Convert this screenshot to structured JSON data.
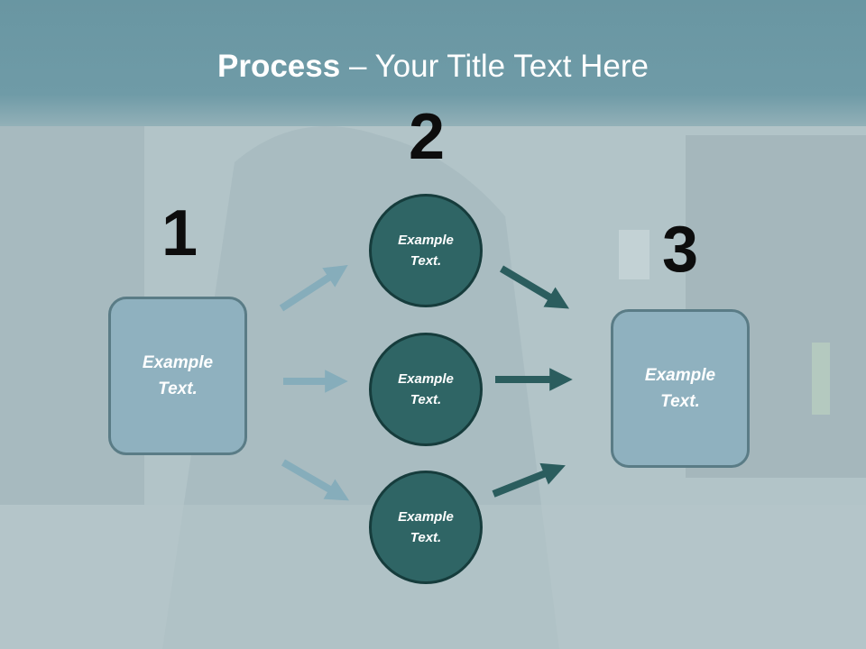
{
  "title": {
    "bold": "Process",
    "rest": " – Your Title Text Here"
  },
  "numbers": {
    "n1": "1",
    "n2": "2",
    "n3": "3"
  },
  "left_box": {
    "text": "Example Text."
  },
  "right_box": {
    "text": "Example Text."
  },
  "circles": [
    {
      "text": "Example Text."
    },
    {
      "text": "Example Text."
    },
    {
      "text": "Example Text."
    }
  ],
  "colors": {
    "title_band": "#6f9ba7",
    "box_fill": "#8fb1bf",
    "circle_fill": "#2f6565",
    "arrow_light": "#86adbb",
    "arrow_dark": "#2b5d5e"
  }
}
